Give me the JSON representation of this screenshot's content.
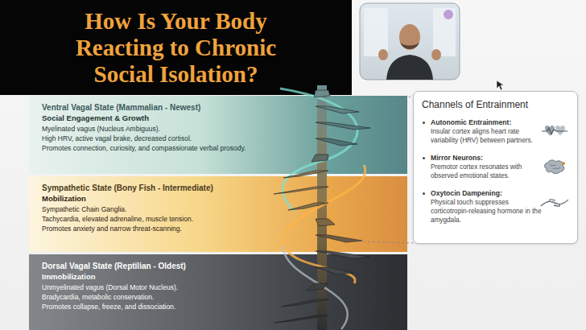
{
  "diagram": {
    "title": "How Is Your Body Reacting to Chronic Social Isolation?",
    "nodes": [
      {
        "text": [
          "Ventral Vagal State (Mammalian - Newest)",
          "Social Engagement & Growth",
          "Myelinated vagus (Nucleus Ambiguus).",
          "High HRV, active vagal brake, decreased cortisol.",
          "Promotes connection, curiosity, and compassionate verbal prosody."
        ]
      },
      {
        "text": [
          "Sympathetic State (Bony Fish - Intermediate)",
          "Mobilization",
          "Sympathetic Chain Ganglia.",
          "Tachycardia, elevated adrenaline, muscle tension.",
          "Promotes anxiety and narrow threat-scanning."
        ]
      },
      {
        "text": [
          "Dorsal Vagal State (Reptilian - Oldest)",
          "Immobilization",
          "Unmyelinated vagus (Dorsal Motor Nucleus).",
          "Bradycardia, metabolic conservation.",
          "Promotes collapse, freeze, and dissociation."
        ]
      },
      {
        "text": [
          "Channels of Entrainment"
        ]
      },
      {
        "text": [
          "Autonomic Entrainment:",
          "Insular cortex aligns heart rate variability (HRV) between partners."
        ],
        "in": 3
      },
      {
        "text": [
          "Mirror Neurons:",
          "Premotor cortex resonates with observed emotional states."
        ],
        "in": 3
      },
      {
        "text": [
          "Oxytocin Dampening:",
          "Physical touch suppresses corticotropin-releasing hormone in the amygdala."
        ],
        "in": 3
      }
    ]
  }
}
